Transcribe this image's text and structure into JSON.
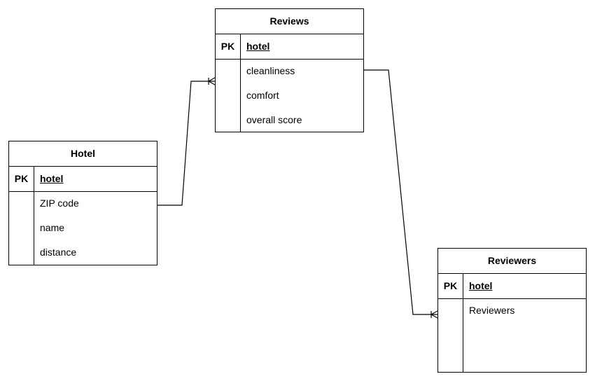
{
  "entities": {
    "reviews": {
      "title": "Reviews",
      "pk_label": "PK",
      "pk_name": "hotel",
      "attributes": [
        "cleanliness",
        "comfort",
        "overall score"
      ]
    },
    "hotel": {
      "title": "Hotel",
      "pk_label": "PK",
      "pk_name": "hotel",
      "attributes": [
        "ZIP code",
        "name",
        "distance"
      ]
    },
    "reviewers": {
      "title": "Reviewers",
      "pk_label": "PK",
      "pk_name": "hotel",
      "attributes": [
        "Reviewers"
      ]
    }
  },
  "relationships": [
    {
      "from": "Hotel",
      "to": "Reviews",
      "cardinality": "one-to-many"
    },
    {
      "from": "Reviews",
      "to": "Reviewers",
      "cardinality": "one-to-many"
    }
  ]
}
